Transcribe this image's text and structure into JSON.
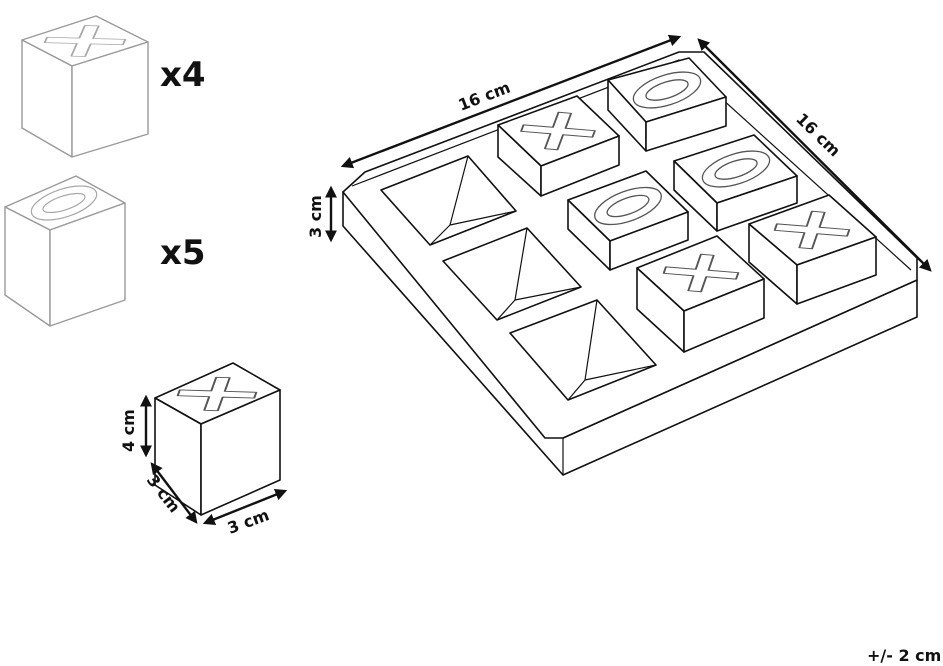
{
  "legend": {
    "x_pieces": {
      "symbol": "X",
      "quantity_label": "x4"
    },
    "o_pieces": {
      "symbol": "O",
      "quantity_label": "x5"
    }
  },
  "piece_dimensions": {
    "height": "4 cm",
    "depth": "3 cm",
    "width": "3 cm"
  },
  "board_dimensions": {
    "width": "16 cm",
    "depth": "16 cm",
    "height": "3 cm"
  },
  "board_state": [
    [
      "empty",
      "X",
      "O"
    ],
    [
      "empty",
      "O",
      "O"
    ],
    [
      "empty",
      "X",
      "X"
    ]
  ],
  "tolerance_note": "+/- 2 cm",
  "icons": {
    "x_cube": "x-cube-icon",
    "o_cube": "o-cube-icon",
    "board": "tic-tac-toe-board-icon",
    "arrow": "double-arrow-icon"
  }
}
